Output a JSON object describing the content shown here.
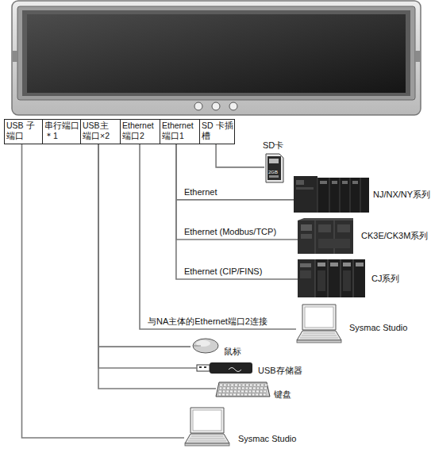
{
  "diagram": {
    "nodes": [
      {
        "text": [
          "USB 子端口"
        ]
      },
      {
        "text": [
          "串行端口 ＊1"
        ]
      },
      {
        "text": [
          "USB主 端口×2"
        ]
      },
      {
        "text": [
          "Ethernet 端口2"
        ]
      },
      {
        "text": [
          "Ethernet 端口1"
        ]
      },
      {
        "text": [
          "SD 卡插槽"
        ]
      },
      {
        "text": [
          "SD卡"
        ]
      },
      {
        "text": [
          "NJ/NX/NY系列"
        ]
      },
      {
        "text": [
          "CK3E/CK3M系列"
        ]
      },
      {
        "text": [
          "CJ系列"
        ]
      },
      {
        "text": [
          "Sysmac Studio"
        ]
      },
      {
        "text": [
          "鼠标"
        ]
      },
      {
        "text": [
          "USB存储器"
        ]
      },
      {
        "text": [
          "键盘"
        ]
      },
      {
        "text": [
          "Sysmac Studio"
        ]
      }
    ],
    "edges": [
      {
        "from": 5,
        "to": 6,
        "arrow": "none"
      },
      {
        "from": 4,
        "to": 7,
        "label": "Ethernet",
        "arrow": "none"
      },
      {
        "from": 4,
        "to": 8,
        "label": "Ethernet (Modbus/TCP)",
        "arrow": "none"
      },
      {
        "from": 4,
        "to": 9,
        "label": "Ethernet (CIP/FINS)",
        "arrow": "none"
      },
      {
        "from": 3,
        "to": 10,
        "label": "与NA主体的Ethernet端口2连接",
        "arrow": "none"
      },
      {
        "from": 2,
        "to": 11,
        "arrow": "none"
      },
      {
        "from": 2,
        "to": 12,
        "arrow": "none"
      },
      {
        "from": 2,
        "to": 13,
        "arrow": "none"
      },
      {
        "from": 0,
        "to": 14,
        "arrow": "none"
      }
    ],
    "labels": [
      "2GB"
    ]
  }
}
